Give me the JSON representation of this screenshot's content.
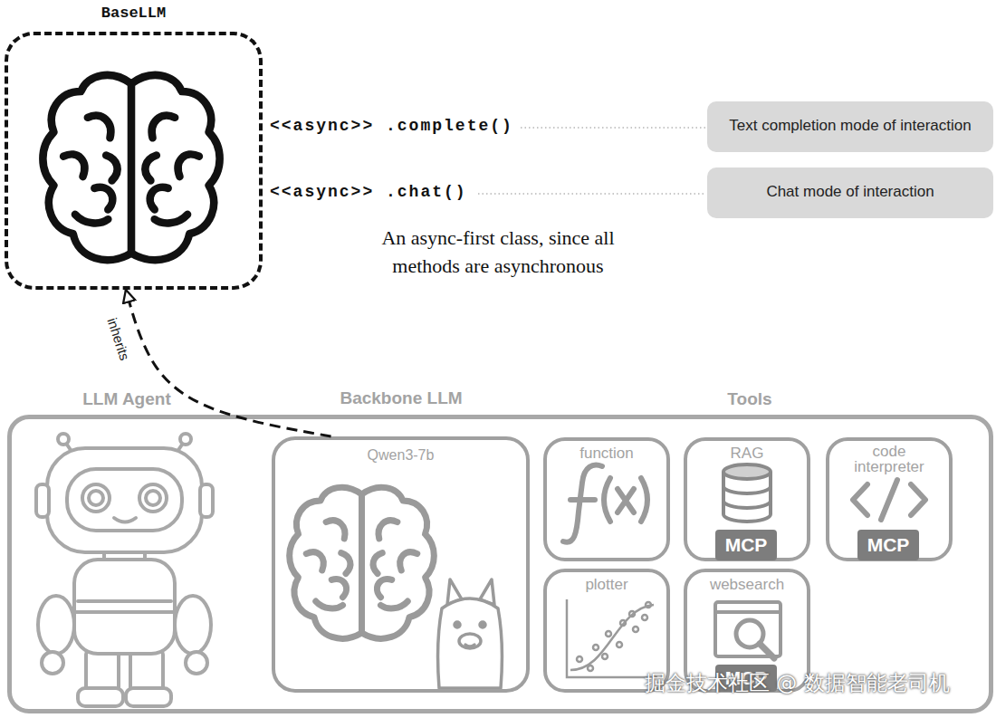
{
  "diagram": {
    "nodes": [
      {
        "text": [
          "BaseLLM"
        ]
      },
      {
        "text": [
          "Text completion mode of interaction"
        ]
      },
      {
        "text": [
          "Chat mode of interaction"
        ]
      },
      {
        "text": [
          "LLM Agent",
          "Tools"
        ]
      },
      {
        "text": [
          "Backbone LLM",
          "Qwen3-7b"
        ],
        "in": 3
      },
      {
        "text": [
          "function"
        ],
        "in": 3
      },
      {
        "text": [
          "RAG"
        ],
        "in": 3
      },
      {
        "text": [
          "MCP"
        ],
        "in": 6
      },
      {
        "text": [
          "code interpreter"
        ],
        "in": 3
      },
      {
        "text": [
          "MCP"
        ],
        "in": 8
      },
      {
        "text": [
          "plotter"
        ],
        "in": 3
      },
      {
        "text": [
          "websearch"
        ],
        "in": 3
      },
      {
        "text": [
          "MCP"
        ],
        "in": 11
      }
    ],
    "edges": [
      {
        "from": 4,
        "to": 0,
        "arrow": "to",
        "label": "inherits"
      }
    ],
    "labels": [
      "<<async>> .complete()",
      "<<async>> .chat()",
      "An async-first class, since all methods are asynchronous",
      "掘金技术社区 @ 数据智能老司机"
    ]
  }
}
